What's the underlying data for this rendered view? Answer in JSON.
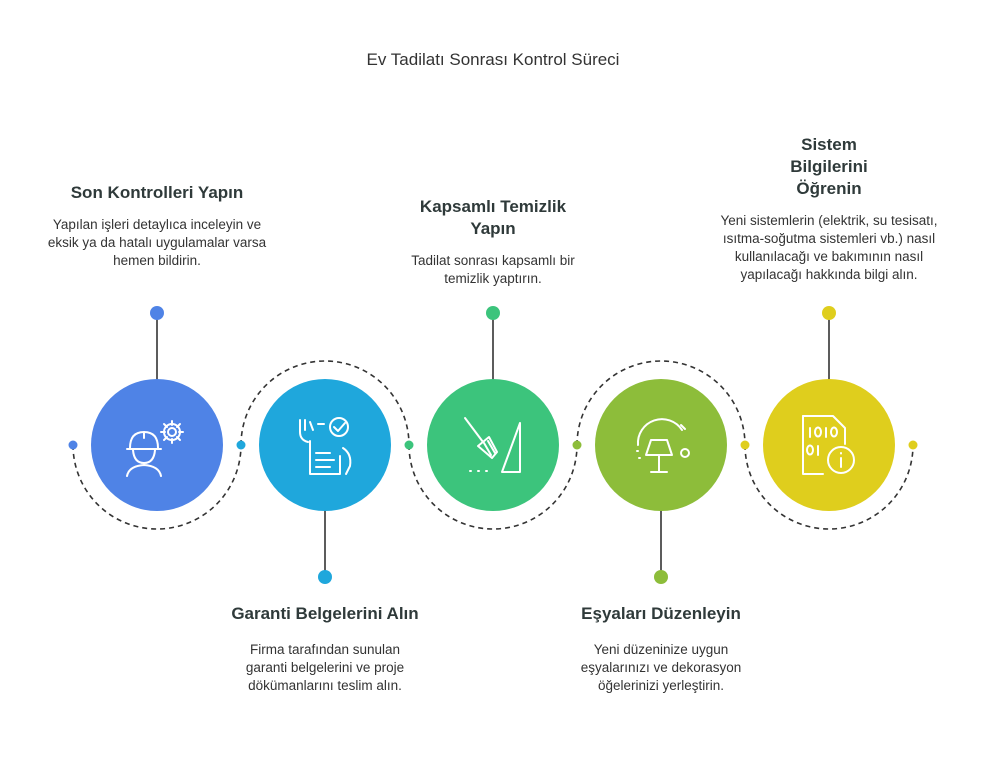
{
  "title": "Ev Tadilatı Sonrası Kontrol Süreci",
  "steps": [
    {
      "title": "Son Kontrolleri Yapın",
      "description": "Yapılan işleri detaylıca inceleyin ve eksik ya da hatalı uygulamalar varsa hemen bildirin.",
      "color": "#4f83e6",
      "icon": "engineer-gear-icon"
    },
    {
      "title": "Garanti Belgelerini Alın",
      "description": "Firma tarafından sunulan garanti belgelerini ve proje dökümanlarını teslim alın.",
      "color": "#1fa7dc",
      "icon": "document-check-icon"
    },
    {
      "title": "Kapsamlı Temizlik Yapın",
      "description": "Tadilat sonrası kapsamlı bir temizlik yaptırın.",
      "color": "#3cc47c",
      "icon": "broom-icon"
    },
    {
      "title": "Eşyaları Düzenleyin",
      "description": "Yeni düzeninize uygun eşyalarınızı ve dekorasyon öğelerinizi yerleştirin.",
      "color": "#8dbd3a",
      "icon": "lamp-icon"
    },
    {
      "title": "Sistem Bilgilerini Öğrenin",
      "description": "Yeni sistemlerin (elektrik, su tesisatı, ısıtma-soğutma sistemleri vb.) nasıl kullanılacağı ve bakımının nasıl yapılacağı hakkında bilgi alın.",
      "color": "#dfce1d",
      "icon": "binary-info-icon"
    }
  ]
}
